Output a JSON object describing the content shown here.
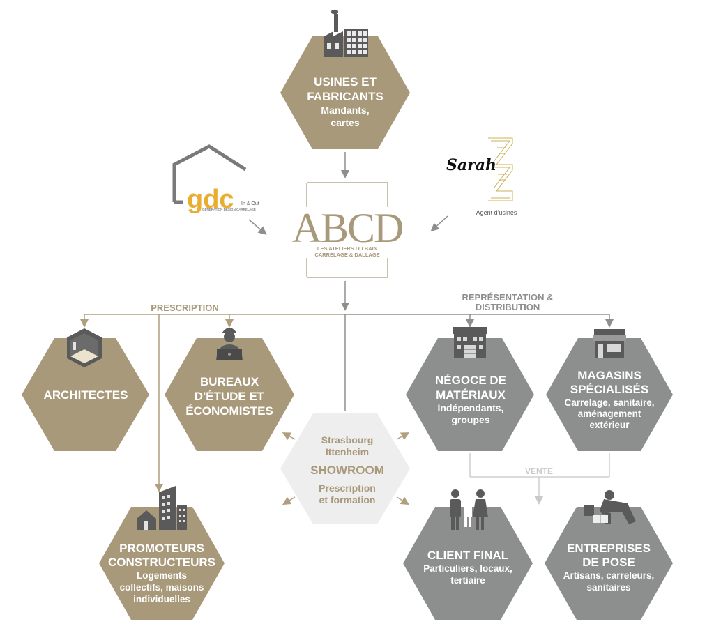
{
  "colors": {
    "gold": "#a8997b",
    "grey": "#8d8f8f",
    "light_hex": "#efeeee",
    "arrow_gold": "#b09f7f",
    "arrow_grey": "#8d8f8f",
    "text_white": "#ffffff",
    "text_gold": "#a8997b",
    "icon_dark": "#5a5a5a",
    "gdc_yellow": "#e9ad32"
  },
  "top": {
    "usines_title_1": "USINES ET",
    "usines_title_2": "FABRICANTS",
    "usines_sub_1": "Mandants,",
    "usines_sub_2": "cartes"
  },
  "logos": {
    "gdc_main": "gdc",
    "gdc_tag": "In & Out",
    "gdc_sub": "GENERATION DESIGN CARRELAGE",
    "abcd_main": "ABCD",
    "abcd_sub_1": "LES ATELIERS DU BAIN",
    "abcd_sub_2": "CARRELAGE & DALLAGE",
    "sarah_name": "Sarah",
    "sarah_sub": "Agent d'usines"
  },
  "branches": {
    "prescription": "PRESCRIPTION",
    "representation_1": "REPRÉSENTATION &",
    "representation_2": "DISTRIBUTION",
    "vente": "VENTE"
  },
  "nodes": {
    "architectes": "ARCHITECTES",
    "bureaux_1": "BUREAUX",
    "bureaux_2": "D'ÉTUDE ET",
    "bureaux_3": "ÉCONOMISTES",
    "promoteurs_1": "PROMOTEURS",
    "promoteurs_2": "CONSTRUCTEURS",
    "promoteurs_sub_1": "Logements",
    "promoteurs_sub_2": "collectifs, maisons",
    "promoteurs_sub_3": "individuelles",
    "showroom_city_1": "Strasbourg",
    "showroom_city_2": "Ittenheim",
    "showroom_title": "SHOWROOM",
    "showroom_sub_1": "Prescription",
    "showroom_sub_2": "et formation",
    "negoce_1": "NÉGOCE DE",
    "negoce_2": "MATÉRIAUX",
    "negoce_sub_1": "Indépendants,",
    "negoce_sub_2": "groupes",
    "magasins_1": "MAGASINS",
    "magasins_2": "SPÉCIALISÉS",
    "magasins_sub_1": "Carrelage, sanitaire,",
    "magasins_sub_2": "aménagement",
    "magasins_sub_3": "extérieur",
    "client_1": "CLIENT FINAL",
    "client_sub_1": "Particuliers, locaux,",
    "client_sub_2": "tertiaire",
    "entreprises_1": "ENTREPRISES",
    "entreprises_2": "DE POSE",
    "entreprises_sub_1": "Artisans, carreleurs,",
    "entreprises_sub_2": "sanitaires"
  },
  "icons": {
    "usines": "factory-icon",
    "architectes": "room-cube-icon",
    "bureaux": "engineer-icon",
    "promoteurs": "buildings-icon",
    "negoce": "warehouse-icon",
    "magasins": "shop-icon",
    "client": "family-icon",
    "entreprises": "tiler-icon"
  }
}
